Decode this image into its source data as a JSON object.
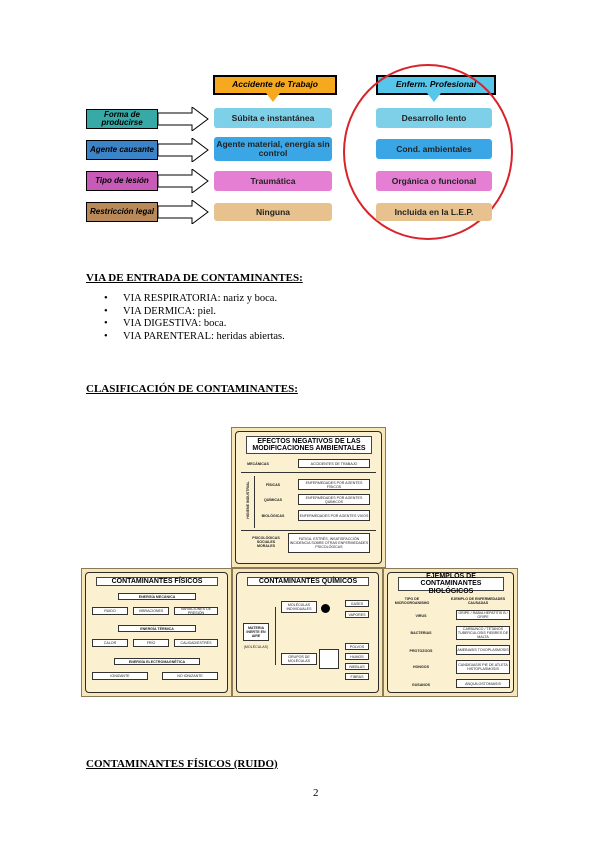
{
  "diagram": {
    "header_left": "Accidente de Trabajo",
    "header_right": "Enferm. Profesional",
    "rows": [
      {
        "label": "Forma de producirse",
        "mid": "Súbita e instantánea",
        "right": "Desarrollo lento",
        "label_color": "#37a9a6",
        "mid_color": "#7ecfe8",
        "right_color": "#7ecfe8"
      },
      {
        "label": "Agente causante",
        "mid": "Agente material, energía sin control",
        "right": "Cond. ambientales",
        "label_color": "#3b84c8",
        "mid_color": "#3aa6e6",
        "right_color": "#3aa6e6"
      },
      {
        "label": "Tipo de lesión",
        "mid": "Traumática",
        "right": "Orgánica o funcional",
        "label_color": "#c85bb8",
        "mid_color": "#e57fd3",
        "right_color": "#e57fd3"
      },
      {
        "label": "Restricción legal",
        "mid": "Ninguna",
        "right": "Incluida en la L.E.P.",
        "label_color": "#b9895a",
        "mid_color": "#e7c28f",
        "right_color": "#e7c28f"
      }
    ]
  },
  "section_via": {
    "heading": "VIA DE ENTRADA DE CONTAMINANTES:",
    "bullet": "•",
    "items": [
      "VIA RESPIRATORIA: nariz y boca.",
      "VIA DERMICA: piel.",
      "VIA DIGESTIVA: boca.",
      "VIA PARENTERAL: heridas abiertas."
    ]
  },
  "section_clasif": {
    "heading": "CLASIFICACIÓN DE CONTAMINANTES:"
  },
  "slide_top": {
    "title": "EFECTOS NEGATIVOS DE LAS MODIFICACIONES AMBIENTALES",
    "mecanicas": "MECÁNICAS",
    "accidentes": "ACCIDENTES DE TRABAJO",
    "higiene": "HIGIENE INDUSTRIAL",
    "fisicas": "FÍSICAS",
    "enf_fisicos": "ENFERMEDADES POR AGENTES FÍSICOS",
    "quimicas": "QUÍMICAS",
    "enf_quimicos": "ENFERMEDADES POR AGENTES QUÍMICOS",
    "biologicas": "BIOLÓGICAS",
    "enf_vivos": "ENFERMEDADES POR AGENTES VIVOS",
    "psico": "PSICOLÓGICAS SOCIALES MORALES",
    "psico_effects": "FATIGA, ESTRÉS, INSATISFACCIÓN INCIDENCIA SOBRE OTRAS ENFERMEDADES PSICOLÓGICAS"
  },
  "slide_fisicos": {
    "title": "CONTAMINANTES FÍSICOS",
    "energia_mecanica": "ENERGÍA MECÁNICA",
    "ruido": "RUIDO",
    "vibraciones": "VIBRACIONES",
    "variaciones": "VARIACIONES DE PRESIÓN",
    "energia_termica": "ENERGÍA TÉRMICA",
    "calor": "CALOR",
    "frio": "FRÍO",
    "calidad": "CALIDAD/ESTRÉS",
    "energia_em": "ENERGÍA ELECTROMAGNÉTICA",
    "ionizante": "IONIZANTE",
    "no_ionizante": "NO IONIZANTE"
  },
  "slide_quimicos": {
    "title": "CONTAMINANTES QUÍMICOS",
    "materia": "MATERIA INERTE EN AIRE",
    "materia_sub": "(MOLÉCULAS)",
    "moleculas": "MOLÉCULAS INDIVIDUALES",
    "gases": "GASES",
    "vapores": "VAPORES",
    "grupos": "GRUPOS DE MOLÉCULAS",
    "polvos": "POLVOS",
    "humos": "HUMOS",
    "nieblas": "NIEBLAS",
    "fibras": "FIBRAS"
  },
  "slide_bio": {
    "title": "EJEMPLOS DE CONTAMINANTES BIOLÓGICOS",
    "col1": "TIPO DE MICROORGANISMO",
    "col2": "EJEMPLO DE ENFERMEDADES CAUSADAS",
    "rows": [
      {
        "type": "VIRUS",
        "ex": "GRIPE / RABIA HEPATITIS B / GRIPE"
      },
      {
        "type": "BACTERIAS",
        "ex": "CARBUNCO / TÉTANOS TUBERCULOSIS FIEBRES DE MALTA"
      },
      {
        "type": "PROTOZOOS",
        "ex": "AMEBIASIS TOXOPLASMOSIS"
      },
      {
        "type": "HONGOS",
        "ex": "CANDIDIASIS PIE DE ATLETA HISTOPLASMOSIS"
      },
      {
        "type": "GUSANOS",
        "ex": "ANQUILOSTOMIASIS"
      }
    ]
  },
  "section_ruido": {
    "heading": "CONTAMINANTES FÍSICOS (RUIDO)"
  },
  "page_number": "2"
}
